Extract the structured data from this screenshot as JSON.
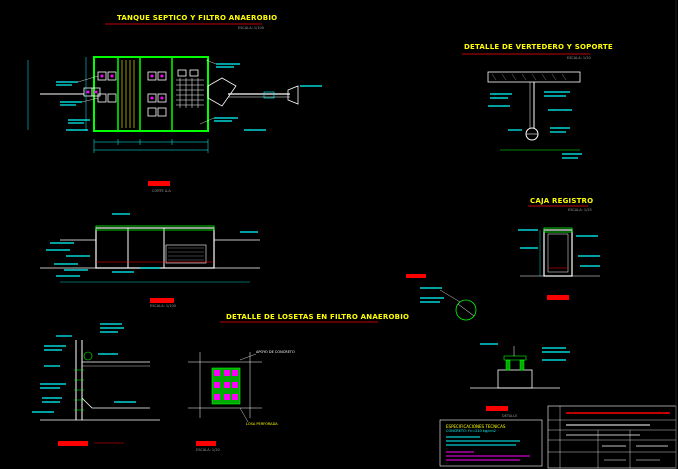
{
  "titles": {
    "septic": "TANQUE SEPTICO Y FILTRO ANAEROBIO",
    "weir": "DETALLE DE VERTEDERO Y SOPORTE",
    "registro": "CAJA REGISTRO",
    "losetas": "DETALLE DE LOSETAS EN FILTRO ANAEROBIO"
  },
  "scales": {
    "septic": "ESCALA: 1/100",
    "weir": "ESCALA: 1/20",
    "registro": "ESCALA: 1/25",
    "section": "ESCALA: 1/100",
    "detail": "ESCALA: 1/20"
  },
  "labels": {
    "apoyo": "APOYO DE CONCRETO",
    "losa_perforada": "LOSA PERFORADA",
    "losa_nivel": "LOSA PERFORADA",
    "detalle_label": "DETALLE",
    "corte_label": "CORTE A-A"
  },
  "notes": {
    "heading": "ESPECIFICACIONES TECNICAS",
    "line1": "CONCRETO: f'c=210 kg/cm2",
    "line2": "ACERO: fy=4200 kg/cm2",
    "line3": "RECUBRIMIENTO: 5 cm"
  },
  "colors": {
    "title": "#ffff00",
    "plan_walls": "#00ff00",
    "details": "#ffffff",
    "dims": "#00ffff",
    "cut_labels": "#ff0000",
    "accent": "#ff00ff"
  }
}
